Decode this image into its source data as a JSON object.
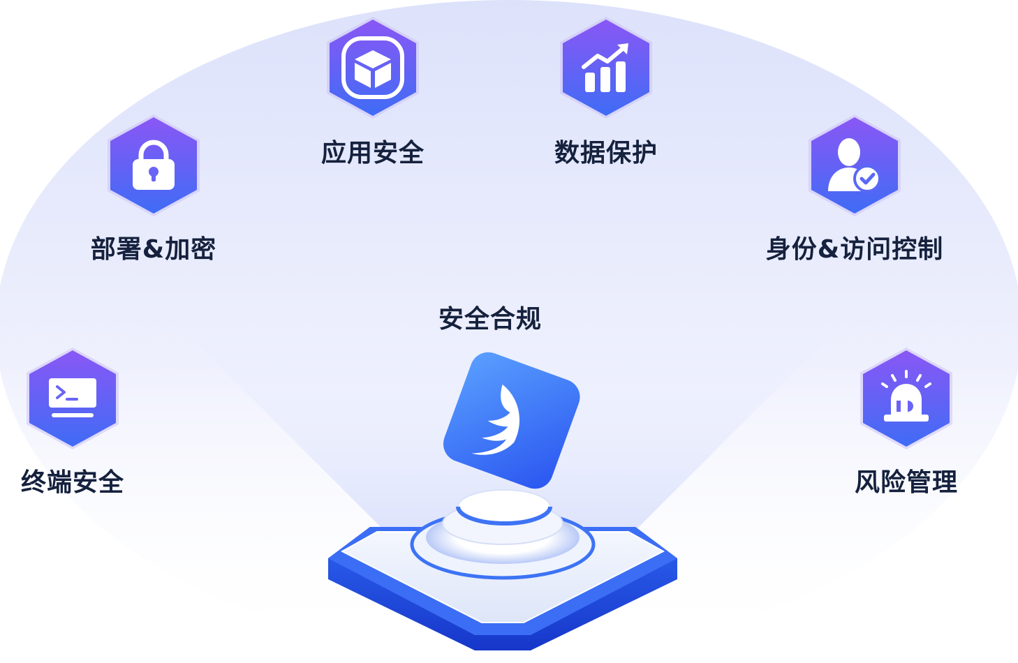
{
  "center": {
    "label": "安全合规",
    "icon": "wing-logo-icon"
  },
  "modules": [
    {
      "id": "deploy-encrypt",
      "label": "部署&加密",
      "icon": "lock-icon"
    },
    {
      "id": "app-security",
      "label": "应用安全",
      "icon": "cube-icon"
    },
    {
      "id": "data-protection",
      "label": "数据保护",
      "icon": "bar-chart-trend-icon"
    },
    {
      "id": "identity-access",
      "label": "身份&访问控制",
      "icon": "user-check-icon"
    },
    {
      "id": "endpoint-security",
      "label": "终端安全",
      "icon": "terminal-icon"
    },
    {
      "id": "risk-management",
      "label": "风险管理",
      "icon": "alarm-light-icon"
    }
  ],
  "colors": {
    "hex_top": "#8a57f5",
    "hex_bottom": "#3f6cf5",
    "text": "#15213d",
    "halo": "#dfe4fb",
    "platform_blue": "#1f4fe8"
  }
}
